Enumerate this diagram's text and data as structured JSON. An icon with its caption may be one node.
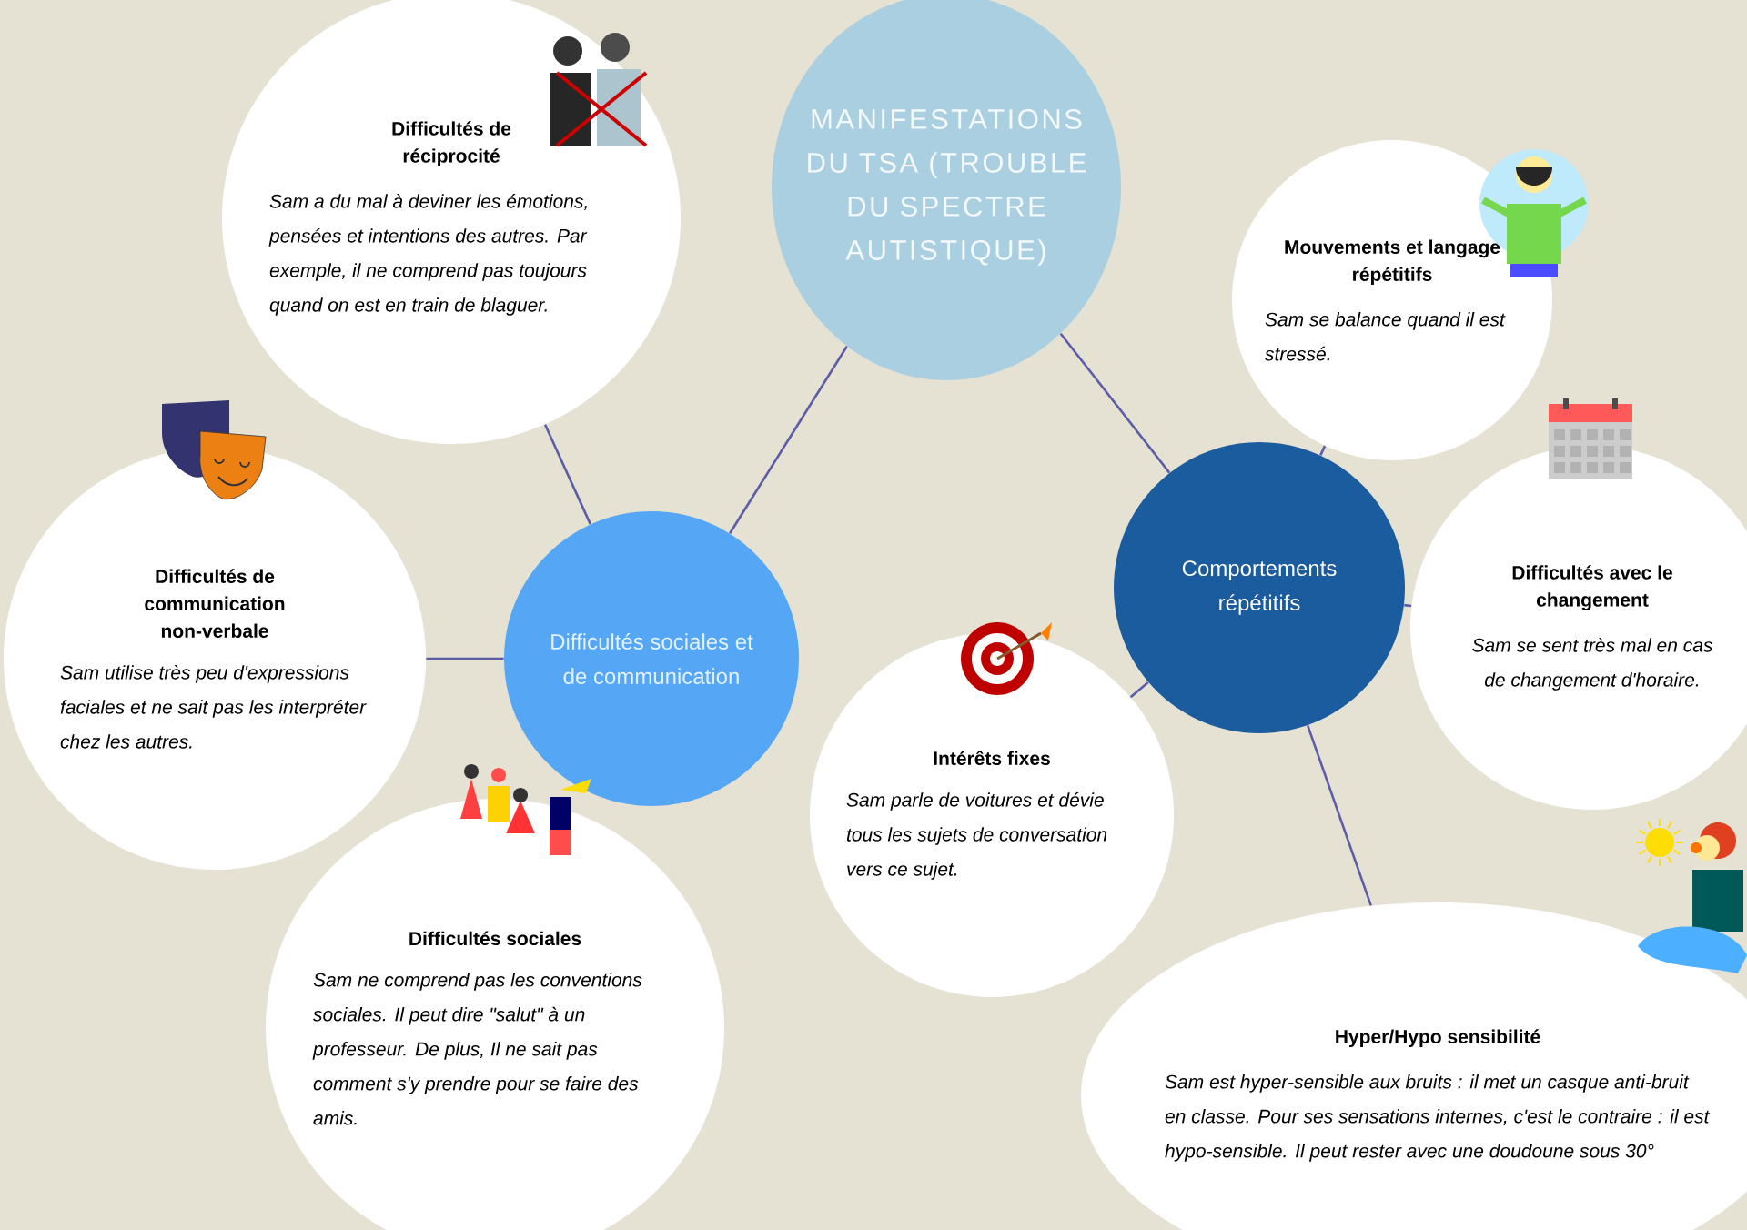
{
  "diagram": {
    "nodes": [
      {
        "text": [
          "MANIFESTATIONS DU TSA (TROUBLE DU SPECTRE AUTISTIQUE)"
        ]
      },
      {
        "text": [
          "Difficultés sociales et de communication"
        ]
      },
      {
        "text": [
          "Comportements répétitifs"
        ]
      },
      {
        "text": [
          "Difficultés de réciprocité",
          "Sam a du mal à deviner les émotions, pensées et intentions des autres. Par exemple, il ne comprend pas toujours quand on est en train de blaguer."
        ]
      },
      {
        "text": [
          "Difficultés de communication non-verbale",
          "Sam utilise très peu d'expressions faciales et ne sait pas les interpréter chez les autres."
        ]
      },
      {
        "text": [
          "Difficultés sociales",
          "Sam ne comprend pas les conventions sociales. Il peut dire \"salut\" à un professeur. De plus, Il ne sait pas comment s'y prendre pour se faire des amis."
        ]
      },
      {
        "text": [
          "Mouvements et langage répétitifs",
          "Sam se balance quand il est stressé."
        ]
      },
      {
        "text": [
          "Difficultés avec le changement",
          "Sam se sent très mal en cas de changement d'horaire."
        ]
      },
      {
        "text": [
          "Intérêts fixes",
          "Sam parle de voitures et dévie tous les sujets de conversation vers ce sujet."
        ]
      },
      {
        "text": [
          "Hyper/Hypo sensibilité",
          "Sam est hyper-sensible aux bruits : il met un casque anti-bruit en classe. Pour ses sensations internes, c'est le contraire :  il est hypo-sensible. Il peut rester avec une doudoune sous 30°"
        ]
      }
    ],
    "edges": [
      {
        "from": 0,
        "to": 1,
        "arrow": "none"
      },
      {
        "from": 0,
        "to": 2,
        "arrow": "none"
      },
      {
        "from": 1,
        "to": 3,
        "arrow": "none"
      },
      {
        "from": 1,
        "to": 4,
        "arrow": "none"
      },
      {
        "from": 2,
        "to": 6,
        "arrow": "none"
      },
      {
        "from": 2,
        "to": 7,
        "arrow": "none"
      },
      {
        "from": 2,
        "to": 8,
        "arrow": "none"
      },
      {
        "from": 2,
        "to": 9,
        "arrow": "none"
      }
    ]
  }
}
